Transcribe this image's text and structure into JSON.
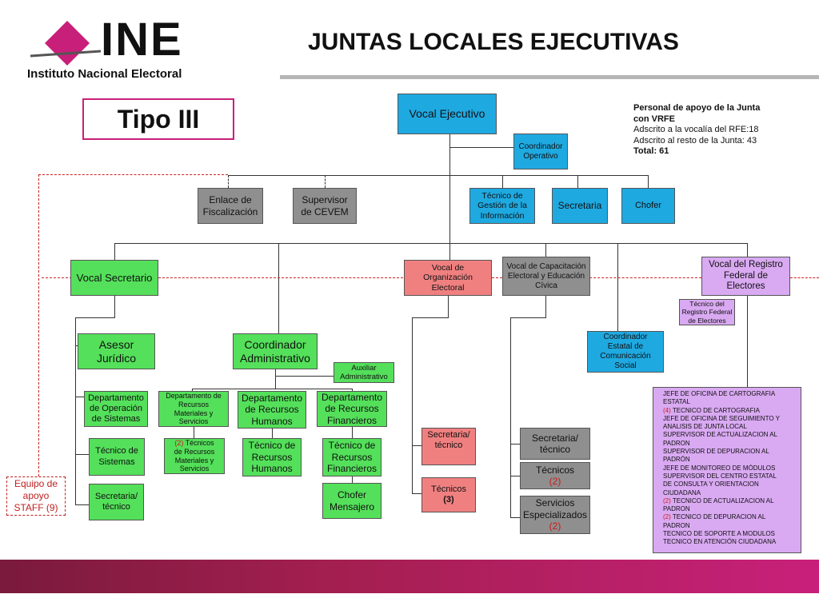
{
  "header": {
    "logo_text": "INE",
    "logo_subtitle": "Instituto Nacional Electoral",
    "title": "JUNTAS LOCALES EJECUTIVAS",
    "tipo": "Tipo III"
  },
  "info": {
    "line1": "Personal de apoyo de la Junta",
    "line2": "con VRFE",
    "line3": "Adscrito a la vocalía del RFE:18",
    "line4": "Adscrito al resto de la Junta: 43",
    "line5": "Total: 61"
  },
  "nodes": {
    "vocal_ejecutivo": "Vocal Ejecutivo",
    "coord_operativo": [
      "Coordinador",
      "Operativo"
    ],
    "enlace": [
      "Enlace de",
      "Fiscalización"
    ],
    "supervisor": [
      "Supervisor",
      "de CEVEM"
    ],
    "tecnico_gestion": [
      "Técnico de",
      "Gestión de la",
      "Información"
    ],
    "secretaria_top": "Secretaria",
    "chofer_top": "Chofer",
    "vocal_secretario": "Vocal Secretario",
    "vocal_organizacion": [
      "Vocal de",
      "Organización",
      "Electoral"
    ],
    "vocal_capacitacion": [
      "Vocal de Capacitación",
      "Electoral y Educación",
      "Cívica"
    ],
    "vocal_registro": [
      "Vocal del Registro",
      "Federal de Electores"
    ],
    "tecnico_registro": [
      "Técnico del",
      "Registro Federal",
      "de Electores"
    ],
    "asesor": [
      "Asesor",
      "Jurídico"
    ],
    "coord_admin": [
      "Coordinador",
      "Administrativo"
    ],
    "auxiliar": [
      "Auxiliar",
      "Administrativo"
    ],
    "coord_comunicacion": [
      "Coordinador",
      "Estatal de",
      "Comunicación",
      "Social"
    ],
    "depto_operacion": [
      "Departamento",
      "de Operación",
      "de Sistemas"
    ],
    "depto_materiales": [
      "Departamento de",
      "Recursos",
      "Materiales y",
      "Servicios"
    ],
    "depto_humanos": [
      "Departamento",
      "de Recursos",
      "Humanos"
    ],
    "depto_financieros": [
      "Departamento",
      "de Recursos",
      "Financieros"
    ],
    "tecnico_sistemas": [
      "Técnico de",
      "Sistemas"
    ],
    "tecnicos_materiales_count": "(2)",
    "tecnicos_materiales": [
      " Técnicos",
      "de Recursos",
      "Materiales y",
      "Servicios"
    ],
    "tecnico_humanos": [
      "Técnico de",
      "Recursos",
      "Humanos"
    ],
    "tecnico_financieros": [
      "Técnico de",
      "Recursos",
      "Financieros"
    ],
    "secretaria_tecnico_green": [
      "Secretaria/",
      "técnico"
    ],
    "chofer_mensajero": [
      "Chofer",
      "Mensajero"
    ],
    "secretaria_tecnico_red": [
      "Secretaria/",
      "técnico"
    ],
    "tecnicos_red": "Técnicos",
    "tecnicos_red_count": "(3)",
    "secretaria_tecnico_gray": [
      "Secretaria/",
      "técnico"
    ],
    "tecnicos_gray": "Técnicos",
    "tecnicos_gray_count": "(2)",
    "servicios_gray": [
      "Servicios",
      "Especializados"
    ],
    "servicios_gray_count": "(2)",
    "equipo_apoyo": [
      "Equipo de",
      "apoyo",
      "STAFF (9)"
    ]
  },
  "jefe_list": [
    {
      "pre": "",
      "text": "JEFE DE OFICINA DE CARTOGRAFIA"
    },
    {
      "pre": "",
      "text": "ESTATAL"
    },
    {
      "pre": "(4)",
      "text": " TECNICO DE CARTOGRAFIA"
    },
    {
      "pre": "",
      "text": "JEFE DE OFICINA DE SEGUIMIENTO Y"
    },
    {
      "pre": "",
      "text": "ANALISIS DE JUNTA LOCAL"
    },
    {
      "pre": "",
      "text": "SUPERVISOR DE ACTUALIZACION AL"
    },
    {
      "pre": "",
      "text": "PADRON"
    },
    {
      "pre": "",
      "text": "SUPERVISOR DE DEPURACION AL"
    },
    {
      "pre": "",
      "text": "PADRÓN"
    },
    {
      "pre": "",
      "text": "JEFE DE MONITOREO DE MÓDULOS"
    },
    {
      "pre": "",
      "text": "SUPERVISOR DEL CENTRO ESTATAL"
    },
    {
      "pre": "",
      "text": "DE CONSULTA Y ORIENTACION"
    },
    {
      "pre": "",
      "text": "CIUDADANA"
    },
    {
      "pre": "(2)",
      "text": " TECNICO DE ACTUALIZACION AL"
    },
    {
      "pre": "",
      "text": "PADRON"
    },
    {
      "pre": "(2)",
      "text": " TECNICO DE DEPURACION AL"
    },
    {
      "pre": "",
      "text": "PADRON"
    },
    {
      "pre": "",
      "text": "TECNICO DE SOPORTE A MODULOS"
    },
    {
      "pre": "",
      "text": "TECNICO EN ATENCIÓN CIUDADANA"
    }
  ],
  "colors": {
    "blue": "#1fa9e1",
    "green": "#54e05a",
    "gray": "#8f8f8f",
    "red": "#f08080",
    "lavender": "#d9a9f2",
    "magenta": "#c8207a",
    "footer": "#a31f4f"
  }
}
